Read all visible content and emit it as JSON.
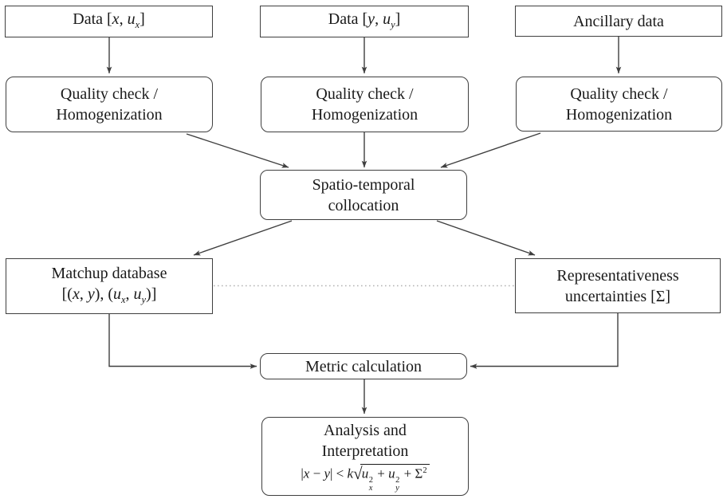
{
  "colors": {
    "background": "#ffffff",
    "box_fill": "#ffffff",
    "line": "#3f3f3f",
    "text": "#1a1a1a",
    "dotted_link": "#b3b3b3"
  },
  "nodes": {
    "data_x": {
      "pre": "Data [",
      "var1": "x",
      "comma": ", ",
      "var2": "u",
      "sub2": "x",
      "post": "]"
    },
    "data_y": {
      "pre": "Data [",
      "var1": "y",
      "comma": ", ",
      "var2": "u",
      "sub2": "y",
      "post": "]"
    },
    "ancillary": {
      "label": "Ancillary data"
    },
    "qc_x": {
      "line1": "Quality check /",
      "line2": "Homogenization"
    },
    "qc_y": {
      "line1": "Quality check /",
      "line2": "Homogenization"
    },
    "qc_ancillary": {
      "line1": "Quality check /",
      "line2": "Homogenization"
    },
    "collocation": {
      "line1": "Spatio-temporal",
      "line2": "collocation"
    },
    "matchup": {
      "line1": "Matchup database",
      "f_open": "[(",
      "var1": "x",
      "c1": ", ",
      "var2": "y",
      "f_mid": "), (",
      "var3": "u",
      "sub3": "x",
      "c2": ", ",
      "var4": "u",
      "sub4": "y",
      "f_close": ")]"
    },
    "representativeness": {
      "line1": "Representativeness",
      "line2": "uncertainties [Σ]"
    },
    "metric": {
      "label": "Metric calculation"
    },
    "analysis": {
      "line1": "Analysis and",
      "line2": "Interpretation",
      "abs1": "|",
      "var_x": "x",
      "minus": " − ",
      "var_y": "y",
      "abs2": "| < ",
      "var_k": "k",
      "radical": "√",
      "u1": "u",
      "u1sub": "x",
      "u1sup": "2",
      "plus1": " + ",
      "u2": "u",
      "u2sub": "y",
      "u2sup": "2",
      "plus2": " + ",
      "sigma": "Σ",
      "sigsup": "2"
    }
  },
  "connections": [
    {
      "from": "data_x",
      "to": "qc_x",
      "style": "arrow"
    },
    {
      "from": "data_y",
      "to": "qc_y",
      "style": "arrow"
    },
    {
      "from": "ancillary",
      "to": "qc_ancillary",
      "style": "arrow"
    },
    {
      "from": "qc_x",
      "to": "collocation",
      "style": "arrow"
    },
    {
      "from": "qc_y",
      "to": "collocation",
      "style": "arrow"
    },
    {
      "from": "qc_ancillary",
      "to": "collocation",
      "style": "arrow"
    },
    {
      "from": "collocation",
      "to": "matchup",
      "style": "arrow"
    },
    {
      "from": "collocation",
      "to": "representativeness",
      "style": "arrow"
    },
    {
      "from": "matchup",
      "to": "representativeness",
      "style": "dotted"
    },
    {
      "from": "matchup",
      "to": "metric",
      "style": "elbow-arrow"
    },
    {
      "from": "representativeness",
      "to": "metric",
      "style": "elbow-arrow"
    },
    {
      "from": "metric",
      "to": "analysis",
      "style": "arrow"
    }
  ]
}
